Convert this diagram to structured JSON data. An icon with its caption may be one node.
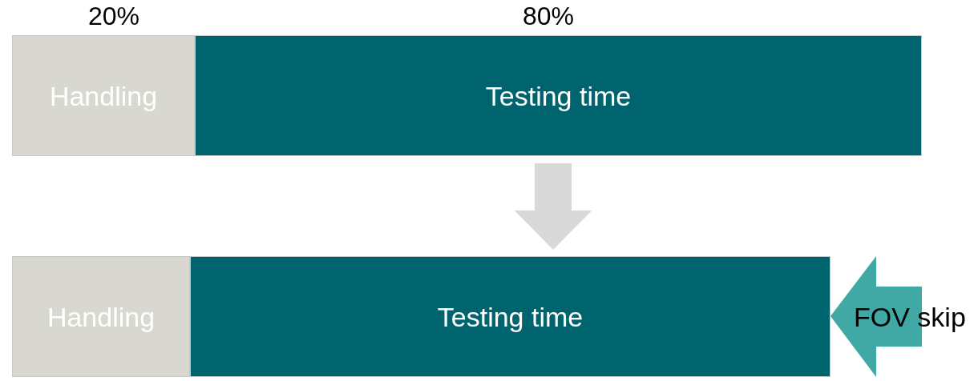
{
  "diagram": {
    "nodes": [
      {
        "text": [
          "Handling"
        ]
      },
      {
        "text": [
          "Testing time"
        ]
      },
      {
        "text": [
          "Handling"
        ]
      },
      {
        "text": [
          "Testing time"
        ]
      },
      {
        "text": [
          "FOV skip"
        ]
      }
    ],
    "edges": [
      {
        "from": 1,
        "to": 3,
        "arrow": "to",
        "style": "thick",
        "color": "#d9d9d9"
      }
    ],
    "labels": [
      "20%",
      "80%"
    ]
  }
}
